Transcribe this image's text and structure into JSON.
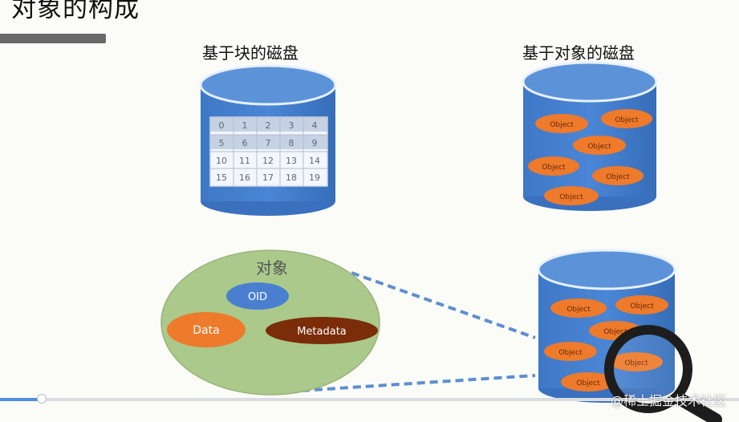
{
  "slide": {
    "title": "对象的构成"
  },
  "labels": {
    "block_disk": "基于块的磁盘",
    "object_disk": "基于对象的磁盘",
    "object_group": "对象"
  },
  "block_grid": [
    [
      "0",
      "1",
      "2",
      "3",
      "4"
    ],
    [
      "5",
      "6",
      "7",
      "8",
      "9"
    ],
    [
      "10",
      "11",
      "12",
      "13",
      "14"
    ],
    [
      "15",
      "16",
      "17",
      "18",
      "19"
    ]
  ],
  "object_disk_items": [
    "Object",
    "Object",
    "Object",
    "Object",
    "Object",
    "Object"
  ],
  "object_parts": {
    "oid": "OID",
    "data": "Data",
    "metadata": "Metadata"
  },
  "bottom_disk_items": [
    "Object",
    "Object",
    "Object",
    "Object",
    "Object",
    "Object"
  ],
  "player": {
    "watermark": "@稀土掘金技术社区"
  },
  "colors": {
    "disk_blue": "#3f78c5",
    "disk_top": "#5a8fd6",
    "object_orange": "#ee7a2b",
    "oid_blue": "#4a7fd0",
    "metadata_brown": "#7a2d08",
    "object_green": "#aac98b",
    "guide_dash": "#5d8fcf",
    "progress_blue": "#4e8fe0"
  }
}
